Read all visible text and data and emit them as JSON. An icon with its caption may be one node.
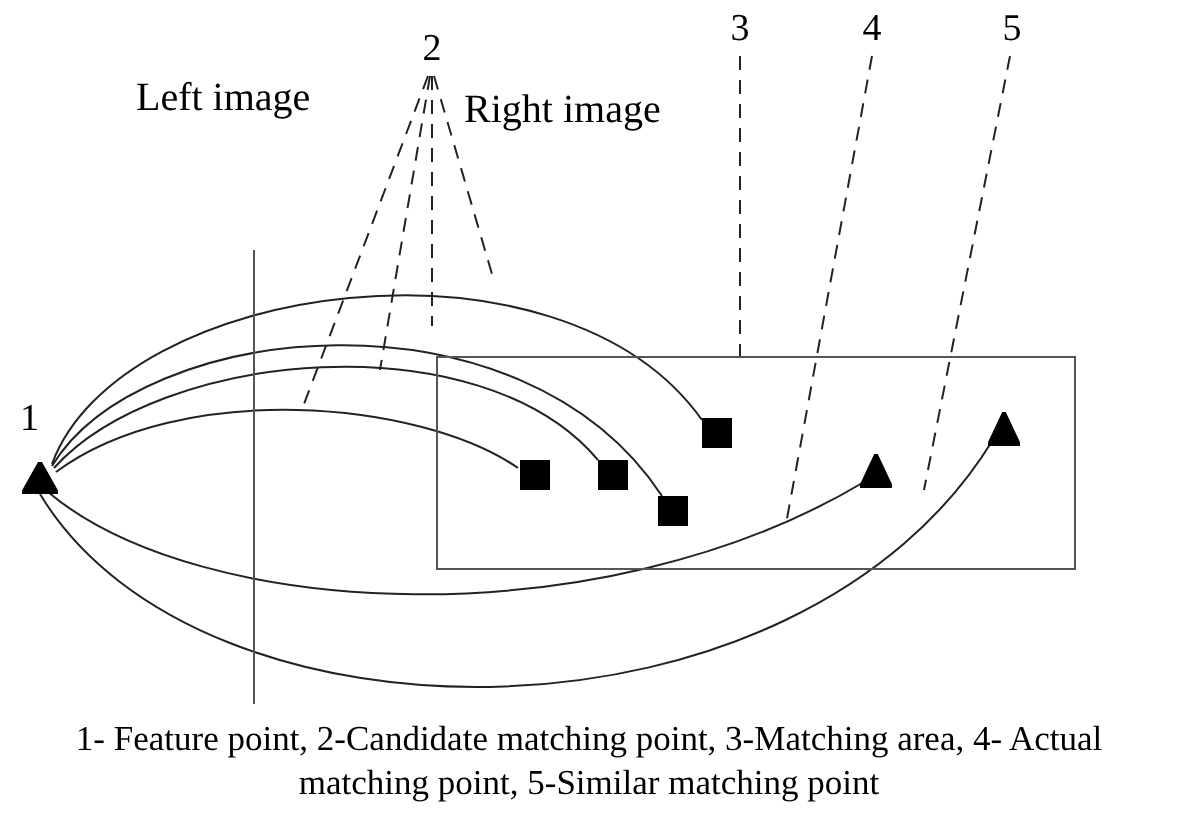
{
  "diagram": {
    "caption": "1- Feature point, 2-Candidate matching point, 3-Matching area, 4- Actual matching point, 5-Similar matching point",
    "nodes": [
      {
        "text": [],
        "shape": "triangle",
        "beside": [
          "1"
        ]
      },
      {
        "text": [],
        "shape": "box"
      },
      {
        "text": [],
        "shape": "box",
        "in": 1
      },
      {
        "text": [],
        "shape": "box",
        "in": 1
      },
      {
        "text": [],
        "shape": "box",
        "in": 1
      },
      {
        "text": [],
        "shape": "box",
        "in": 1
      },
      {
        "text": [],
        "shape": "triangle",
        "in": 1
      },
      {
        "text": [],
        "shape": "triangle",
        "in": 1
      },
      {
        "text": [
          "2"
        ]
      },
      {
        "text": [
          "3"
        ]
      },
      {
        "text": [
          "4"
        ]
      },
      {
        "text": [
          "5"
        ]
      }
    ],
    "edges": [
      {
        "from": 0,
        "to": 5,
        "arrow": "none"
      },
      {
        "from": 0,
        "to": 4,
        "arrow": "none"
      },
      {
        "from": 0,
        "to": 3,
        "arrow": "none"
      },
      {
        "from": 0,
        "to": 2,
        "arrow": "none"
      },
      {
        "from": 0,
        "to": 6,
        "arrow": "none"
      },
      {
        "from": 0,
        "to": 7,
        "arrow": "none"
      },
      {
        "from": 8,
        "to": null,
        "arrow": "none",
        "style": "dashed"
      },
      {
        "from": 8,
        "to": null,
        "arrow": "none",
        "style": "dashed"
      },
      {
        "from": 8,
        "to": null,
        "arrow": "none",
        "style": "dashed"
      },
      {
        "from": 8,
        "to": null,
        "arrow": "none",
        "style": "dashed"
      },
      {
        "from": 9,
        "to": 1,
        "arrow": "none",
        "style": "dashed"
      },
      {
        "from": 10,
        "to": null,
        "arrow": "none",
        "style": "dashed"
      },
      {
        "from": 11,
        "to": null,
        "arrow": "none",
        "style": "dashed"
      }
    ],
    "labels": [
      "Left image",
      "Right image"
    ]
  }
}
